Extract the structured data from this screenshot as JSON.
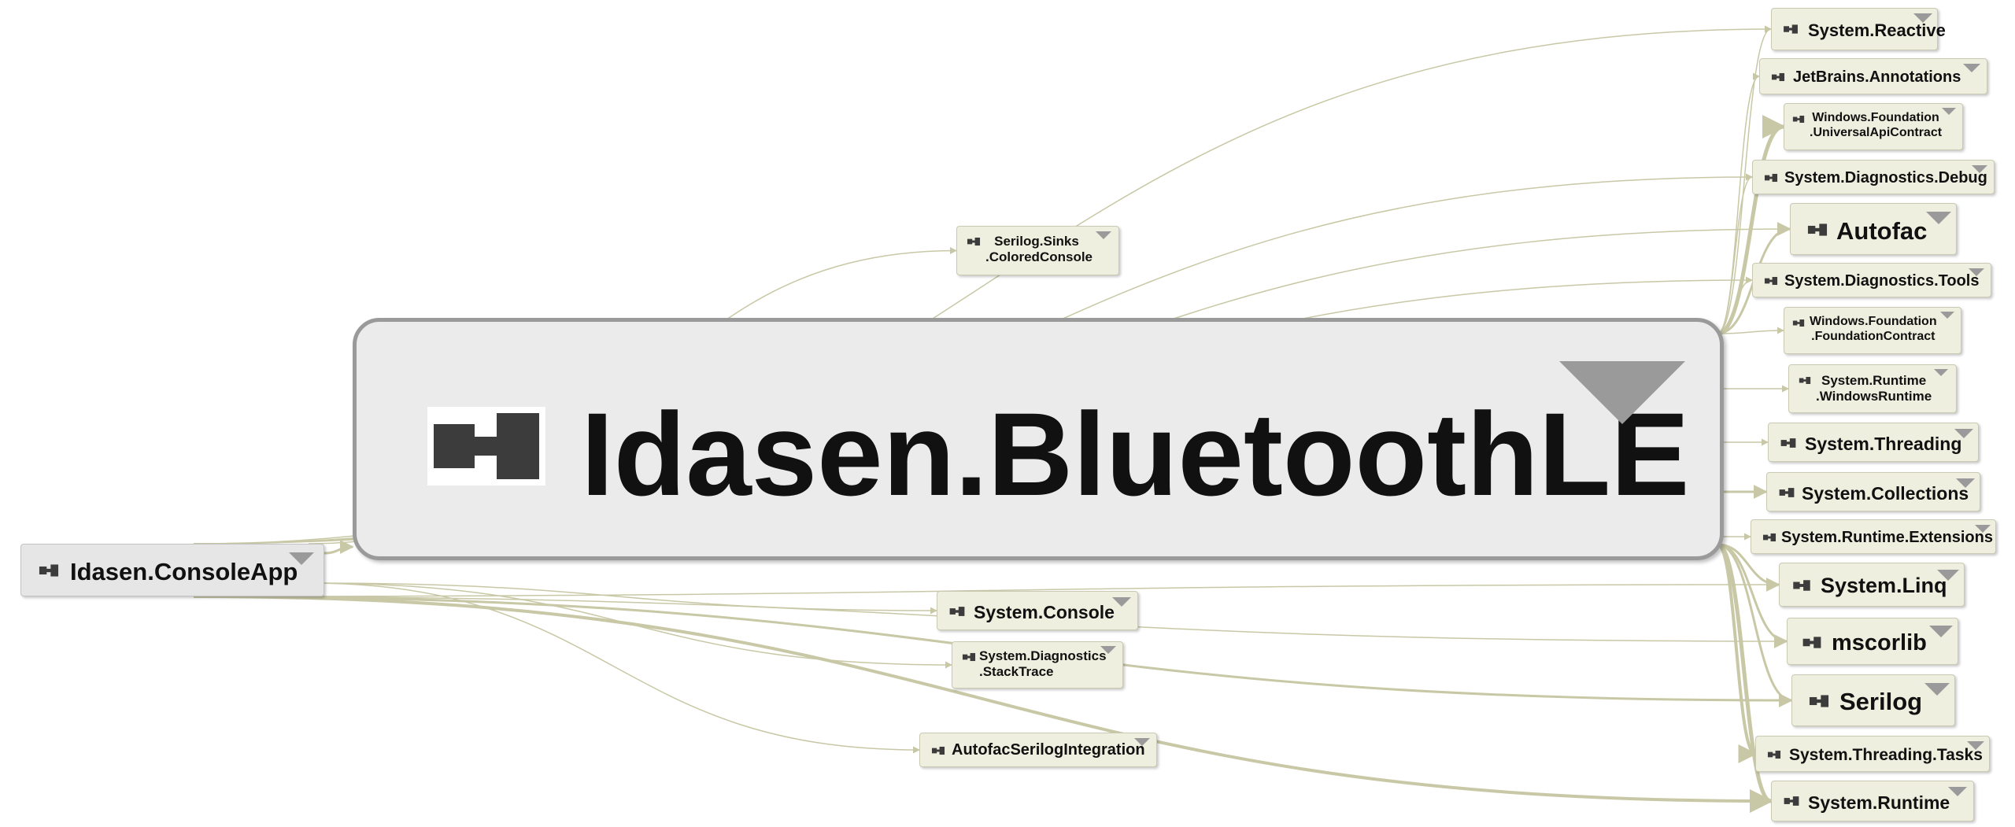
{
  "diagram": {
    "main_node": {
      "label": "Idasen.BluetoothLE"
    },
    "source_node": {
      "label": "Idasen.ConsoleApp"
    },
    "middle_nodes": [
      {
        "id": "colored",
        "label": "Serilog.Sinks\n.ColoredConsole"
      },
      {
        "id": "console",
        "label": "System.Console"
      },
      {
        "id": "stacktrace",
        "label": "System.Diagnostics\n.StackTrace"
      },
      {
        "id": "afserilog",
        "label": "AutofacSerilogIntegration"
      }
    ],
    "right_nodes": [
      {
        "id": "reactive",
        "label": "System.Reactive"
      },
      {
        "id": "jetbrains",
        "label": "JetBrains.Annotations"
      },
      {
        "id": "uac",
        "label": "Windows.Foundation\n.UniversalApiContract"
      },
      {
        "id": "debug",
        "label": "System.Diagnostics.Debug"
      },
      {
        "id": "autofac",
        "label": "Autofac"
      },
      {
        "id": "tools",
        "label": "System.Diagnostics.Tools"
      },
      {
        "id": "fc",
        "label": "Windows.Foundation\n.FoundationContract"
      },
      {
        "id": "winrt",
        "label": "System.Runtime\n.WindowsRuntime"
      },
      {
        "id": "threading",
        "label": "System.Threading"
      },
      {
        "id": "collections",
        "label": "System.Collections"
      },
      {
        "id": "rtext",
        "label": "System.Runtime.Extensions"
      },
      {
        "id": "linq",
        "label": "System.Linq"
      },
      {
        "id": "mscorlib",
        "label": "mscorlib"
      },
      {
        "id": "serilog",
        "label": "Serilog"
      },
      {
        "id": "tasks",
        "label": "System.Threading.Tasks"
      },
      {
        "id": "runtime",
        "label": "System.Runtime"
      }
    ],
    "colors": {
      "edge": "#c8c8a6",
      "node_fill": "#efefdf",
      "main_fill": "#ebebeb",
      "main_border": "#9a9a9a",
      "icon": "#3c3c3c"
    },
    "icon_name": "assembly-icon"
  }
}
